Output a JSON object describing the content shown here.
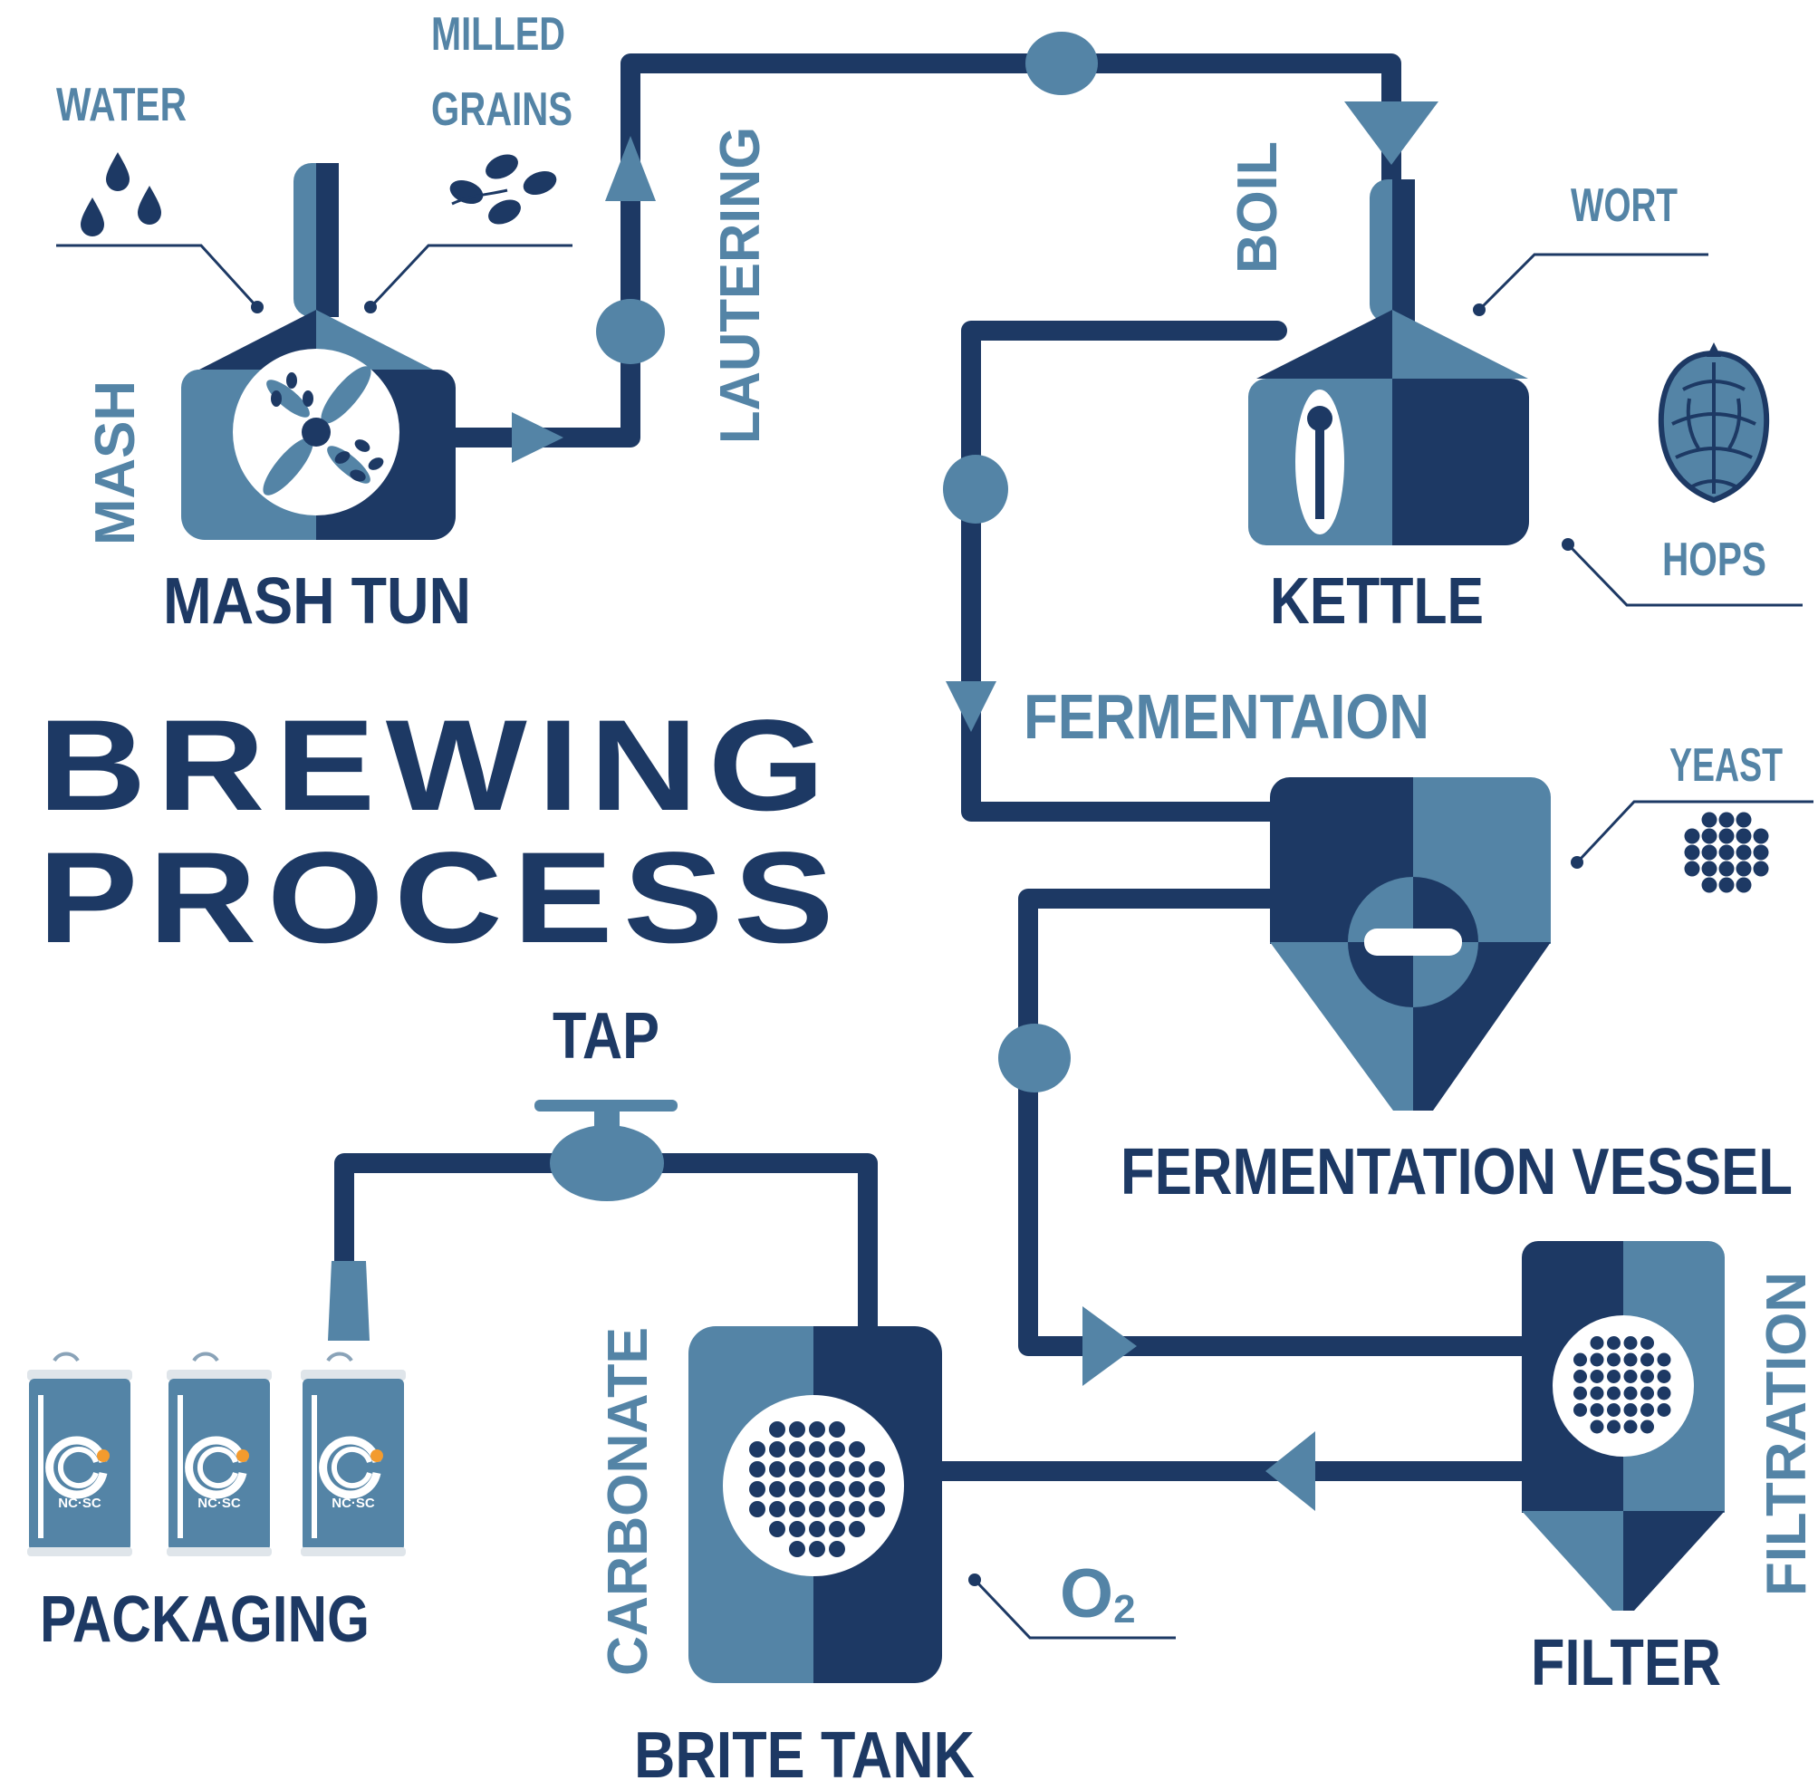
{
  "title": {
    "line1": "BREWING",
    "line2": "PROCESS"
  },
  "colors": {
    "dark": "#1d3964",
    "mid": "#5484a6",
    "white": "#ffffff",
    "accent": "#f39b2e"
  },
  "ingredients": {
    "water": "WATER",
    "milled_line1": "MILLED",
    "milled_line2": "GRAINS",
    "wort": "WORT",
    "hops": "HOPS",
    "yeast": "YEAST",
    "oxygen": "O",
    "oxygen_sub": "2"
  },
  "steps": {
    "mash": "MASH",
    "lautering": "LAUTERING",
    "boil": "BOIL",
    "fermentation": "FERMENTAION",
    "filtration": "FILTRATION",
    "carbonate": "CARBONATE"
  },
  "equipment": {
    "mash_tun": "MASH TUN",
    "kettle": "KETTLE",
    "fermentation_vessel": "FERMENTATION VESSEL",
    "filter": "FILTER",
    "brite_tank": "BRITE TANK",
    "tap": "TAP",
    "packaging": "PACKAGING"
  },
  "can_logo": "NC·SC",
  "icons": [
    "water-drops-icon",
    "grain-icon",
    "hop-cone-icon",
    "yeast-cluster-icon",
    "flow-arrow-icon",
    "valve-icon",
    "beer-can-icon"
  ]
}
